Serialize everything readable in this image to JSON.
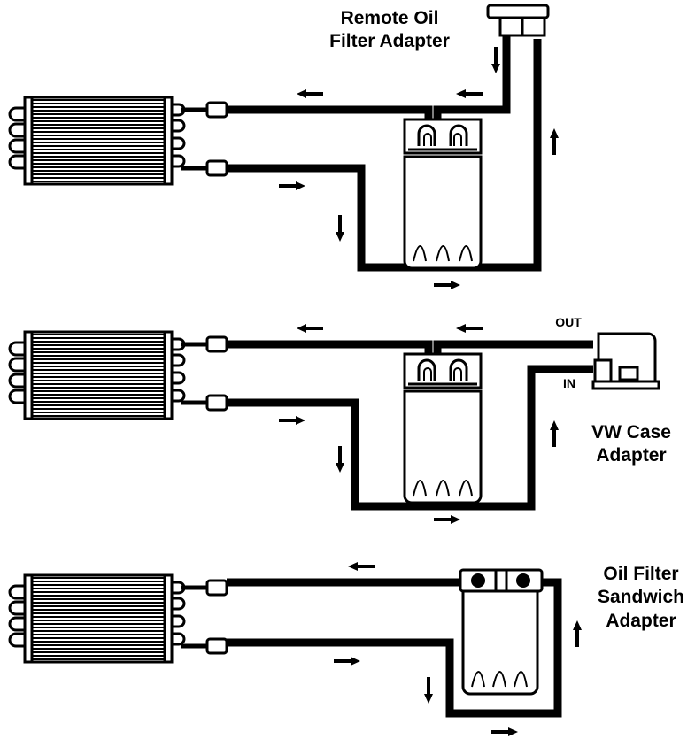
{
  "labels": {
    "remote_title": [
      "Remote Oil",
      "Filter Adapter"
    ],
    "vw_title": [
      "VW Case",
      "Adapter"
    ],
    "sandwich_title": [
      "Oil Filter",
      "Sandwich",
      "Adapter"
    ],
    "out": "OUT",
    "in": "IN"
  },
  "colors": {
    "line": "#000000",
    "background": "#ffffff"
  },
  "icons": [
    "oil-cooler-icon",
    "oil-filter-icon",
    "remote-filter-adapter-icon",
    "vw-case-adapter-icon",
    "sandwich-adapter-icon",
    "flow-arrow-icon"
  ]
}
